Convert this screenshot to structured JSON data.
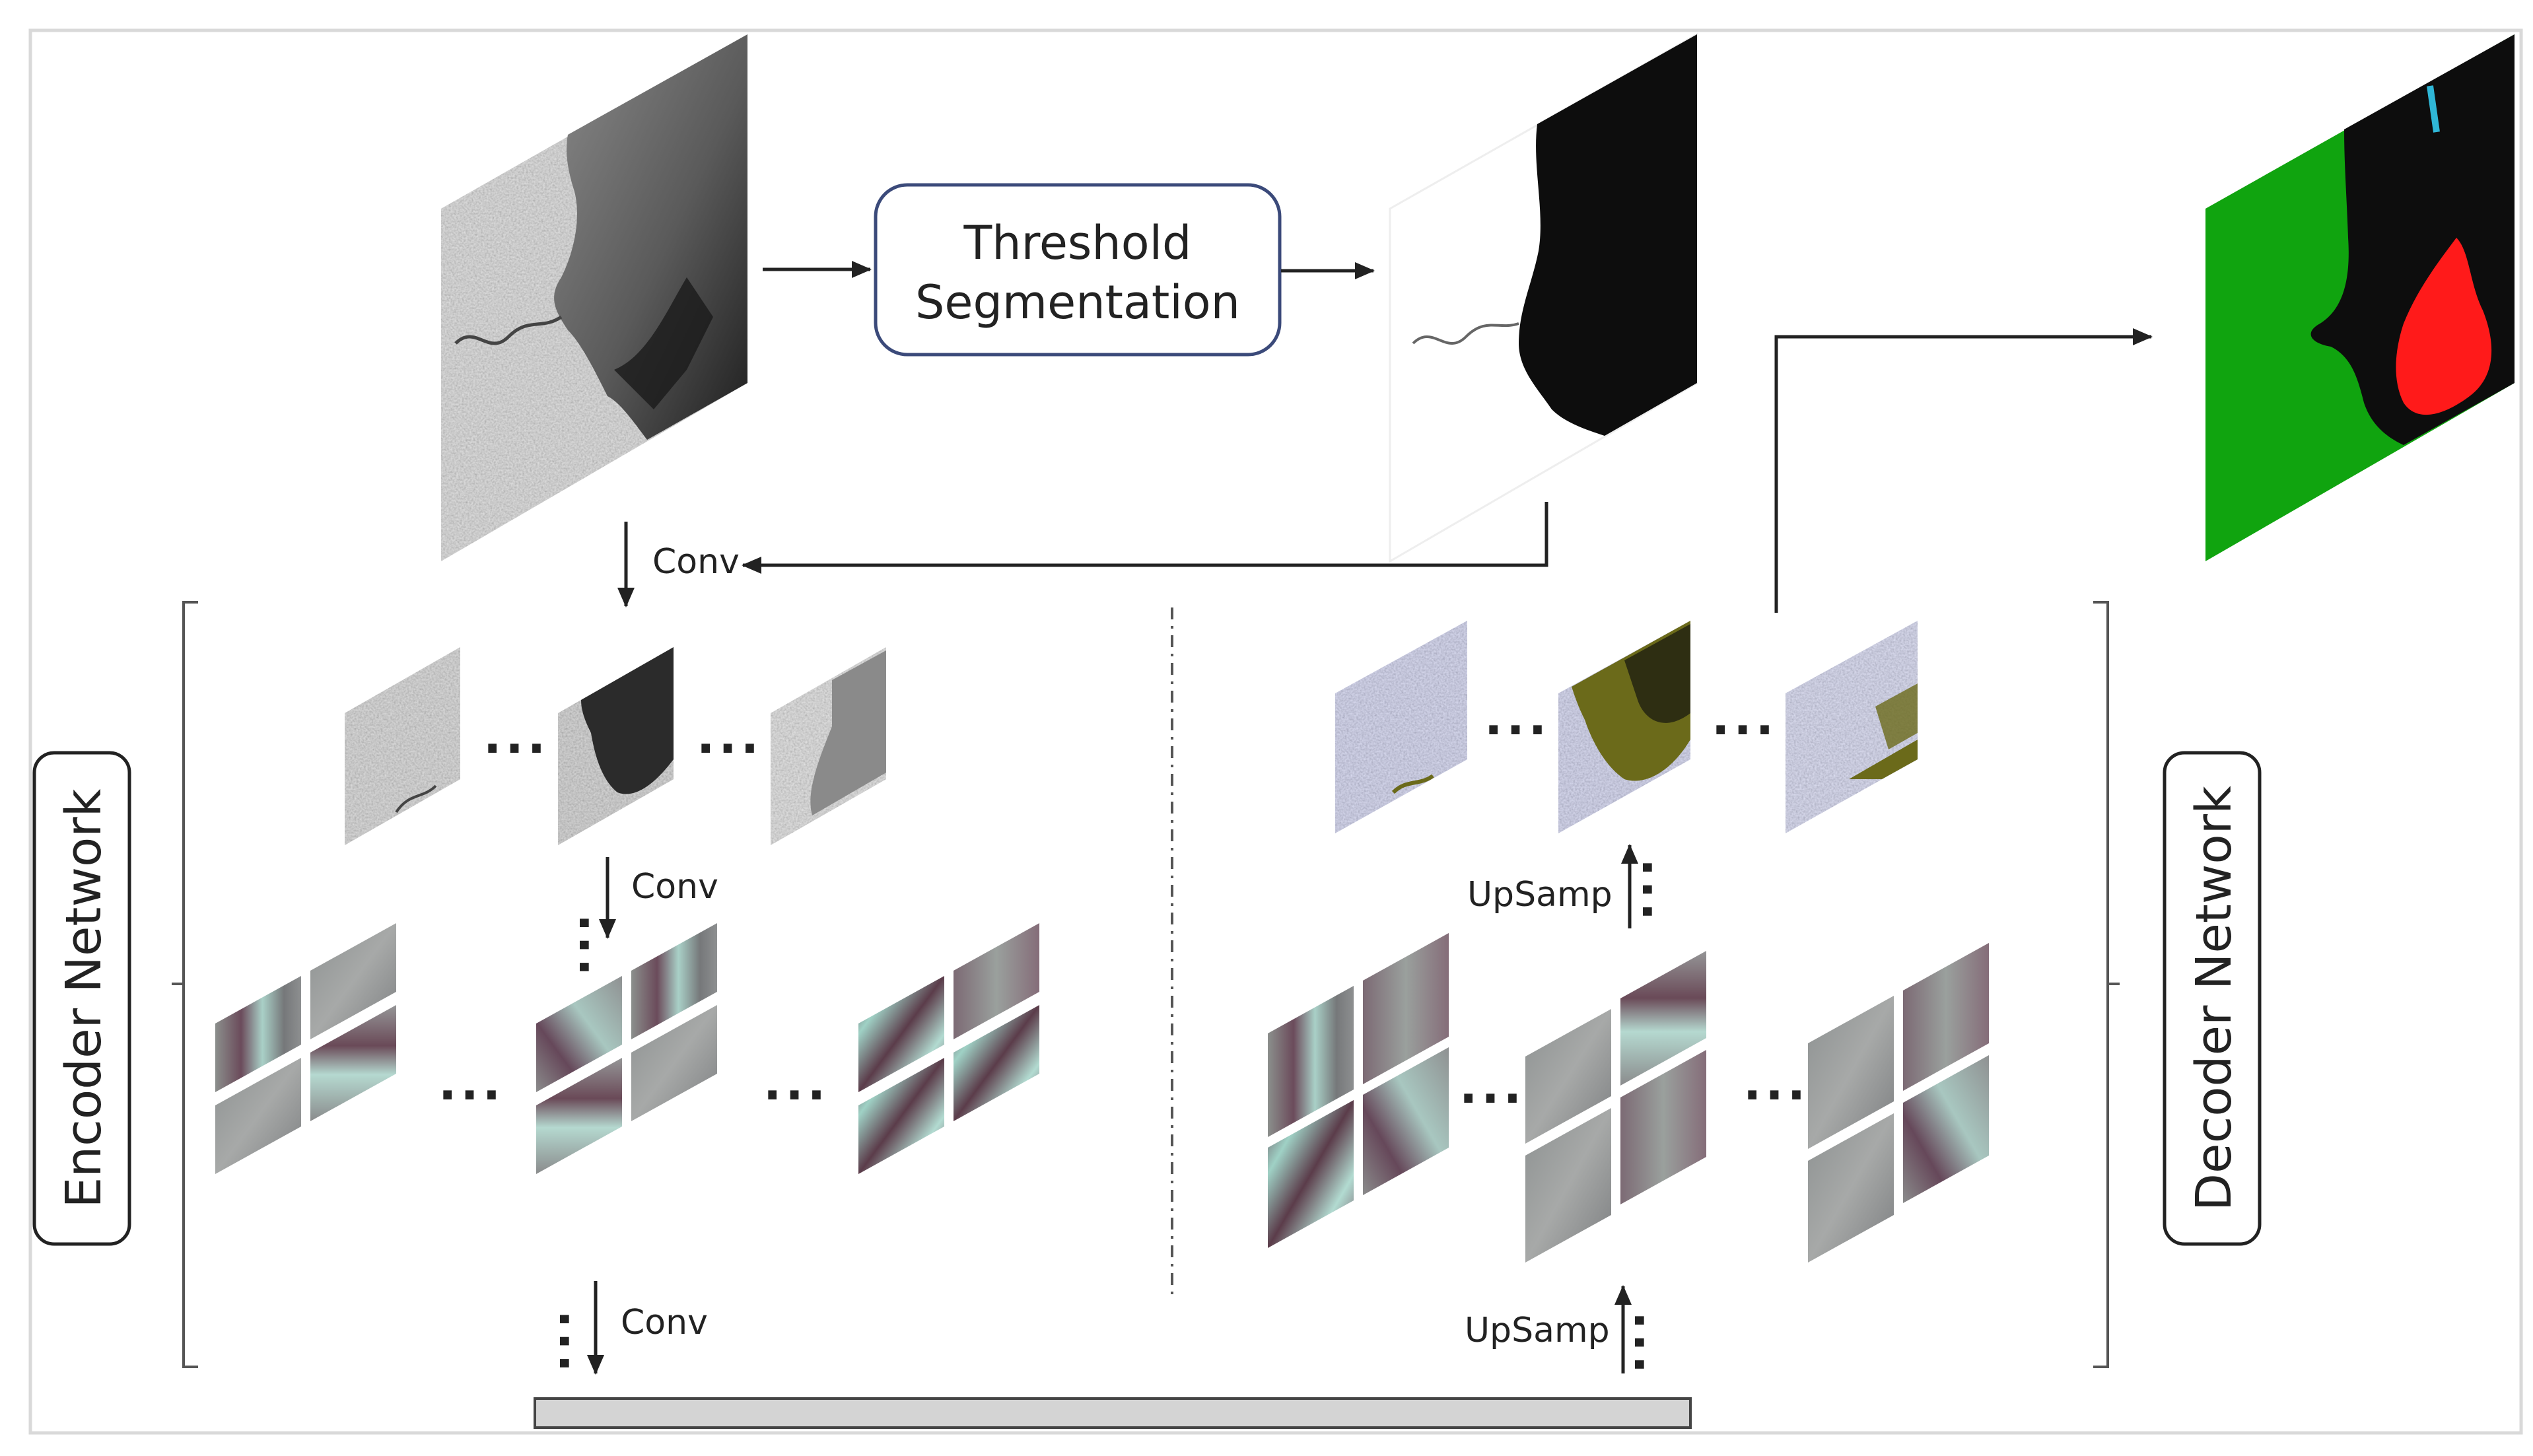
{
  "threshold_box": {
    "line1": "Threshold",
    "line2": "Segmentation"
  },
  "labels": {
    "conv_top": "Conv",
    "conv_mid": "Conv",
    "conv_bottom": "Conv",
    "upsamp_mid": "UpSamp",
    "upsamp_bottom": "UpSamp",
    "ellipsis": "..."
  },
  "encoder_network": {
    "label": "Encoder Network"
  },
  "decoder_network": {
    "label": "Decoder Network"
  },
  "colors": {
    "frame": "#d9d9d9",
    "box_border": "#3b4a7a",
    "arrow": "#222222",
    "bottleneck": "#d4d4d4",
    "class_land": "#10a40f",
    "class_water": "#0d0d0d",
    "class_oil": "#ff1a1a",
    "class_ship": "#2fb7d7",
    "sar_light": "#d8d8d8",
    "sar_dark": "#3a3a3a",
    "decoder_tint": "#b9bdf0",
    "decoder_olive": "#6b6a1a",
    "kernel_gray": "#8c8c8c",
    "kernel_purple": "#6f4a5a",
    "kernel_cyan": "#a9d8cf"
  },
  "icons": {
    "sar_image": "sar-image-icon",
    "binary_mask": "binary-mask-icon",
    "segmentation_result": "segmentation-result-icon",
    "feature_map": "feature-map-icon",
    "kernel_grid": "kernel-grid-icon"
  }
}
